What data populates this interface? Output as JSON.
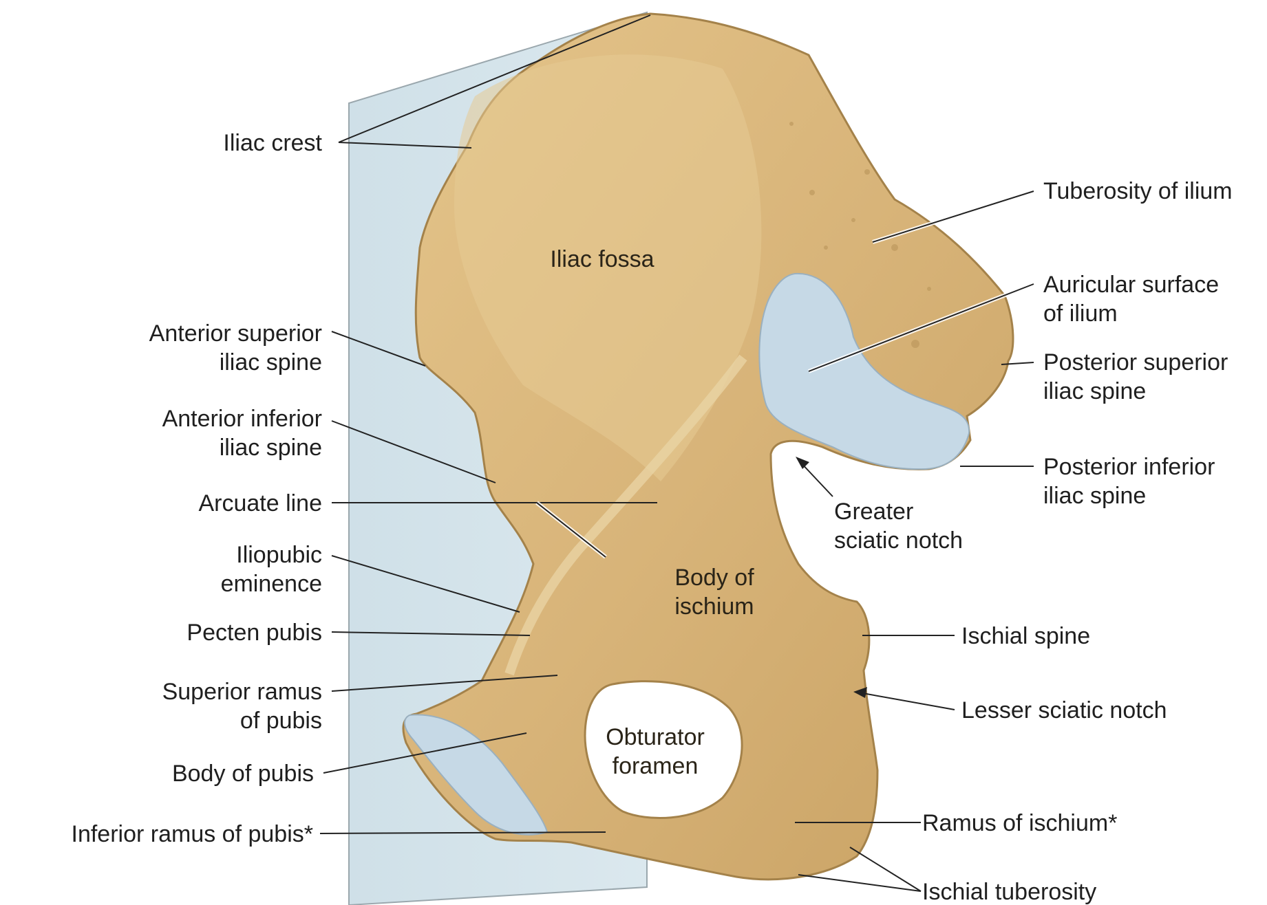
{
  "colors": {
    "bone": "#d9b77c",
    "bone_shadow": "#b8955a",
    "bone_highlight": "#ecd6a8",
    "cartilage": "#c4d8e6",
    "plane": "#d3e3ea",
    "plane_edge": "#9aa7ad",
    "leader": "#222222"
  },
  "labels": {
    "iliac_crest": "Iliac crest",
    "ant_sup_spine_1": "Anterior superior",
    "ant_sup_spine_2": "iliac spine",
    "ant_inf_spine_1": "Anterior inferior",
    "ant_inf_spine_2": "iliac spine",
    "arcuate_line": "Arcuate line",
    "iliopubic_1": "Iliopubic",
    "iliopubic_2": "eminence",
    "pecten_pubis": "Pecten pubis",
    "sup_ramus_1": "Superior ramus",
    "sup_ramus_2": "of pubis",
    "body_pubis": "Body of pubis",
    "inf_ramus": "Inferior ramus of pubis*",
    "tuberosity_ilium": "Tuberosity of ilium",
    "auricular_1": "Auricular surface",
    "auricular_2": "of ilium",
    "post_sup_1": "Posterior superior",
    "post_sup_2": "iliac spine",
    "post_inf_1": "Posterior inferior",
    "post_inf_2": "iliac spine",
    "greater_notch_1": "Greater",
    "greater_notch_2": "sciatic notch",
    "ischial_spine": "Ischial spine",
    "lesser_notch": "Lesser sciatic notch",
    "ramus_ischium": "Ramus of ischium*",
    "ischial_tuberosity": "Ischial tuberosity",
    "iliac_fossa": "Iliac fossa",
    "body_ischium_1": "Body of",
    "body_ischium_2": "ischium",
    "obturator_1": "Obturator",
    "obturator_2": "foramen"
  }
}
